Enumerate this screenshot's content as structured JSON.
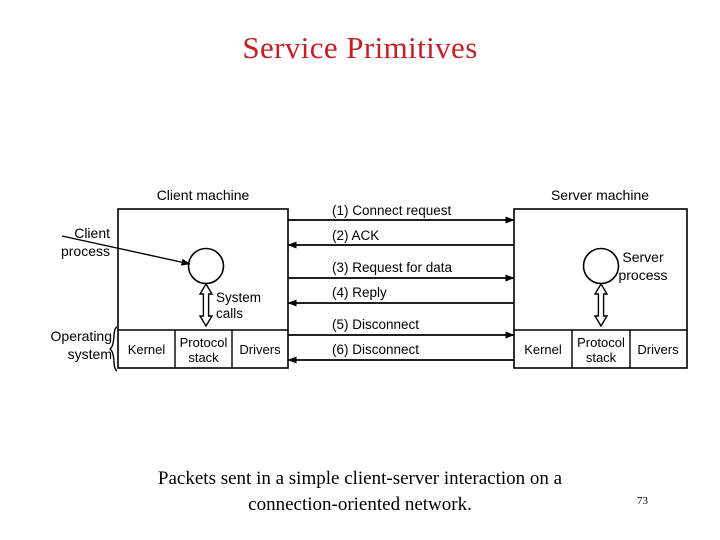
{
  "slide": {
    "title": "Service Primitives",
    "title_color": "#c22026",
    "page_number": "73",
    "caption_line1": "Packets sent in a simple client-server interaction on a",
    "caption_line2": "connection-oriented network."
  },
  "figure": {
    "client": {
      "machine_label": "Client machine",
      "process_label_line1": "Client",
      "process_label_line2": "process",
      "os_label_line1": "Operating",
      "os_label_line2": "system",
      "syscalls_label_line1": "System",
      "syscalls_label_line2": "calls",
      "layers": [
        {
          "label": "Kernel"
        },
        {
          "label_line1": "Protocol",
          "label_line2": "stack"
        },
        {
          "label": "Drivers"
        }
      ]
    },
    "server": {
      "machine_label": "Server machine",
      "process_label_line1": "Server",
      "process_label_line2": "process",
      "layers": [
        {
          "label": "Kernel"
        },
        {
          "label_line1": "Protocol",
          "label_line2": "stack"
        },
        {
          "label": "Drivers"
        }
      ]
    },
    "messages": [
      {
        "id": 1,
        "label": "(1) Connect request",
        "direction": "client-to-server"
      },
      {
        "id": 2,
        "label": "(2) ACK",
        "direction": "server-to-client"
      },
      {
        "id": 3,
        "label": "(3) Request for data",
        "direction": "client-to-server"
      },
      {
        "id": 4,
        "label": "(4) Reply",
        "direction": "server-to-client"
      },
      {
        "id": 5,
        "label": "(5) Disconnect",
        "direction": "client-to-server"
      },
      {
        "id": 6,
        "label": "(6) Disconnect",
        "direction": "server-to-client"
      }
    ],
    "line_color": "#000000",
    "fill_color": "#ffffff"
  }
}
